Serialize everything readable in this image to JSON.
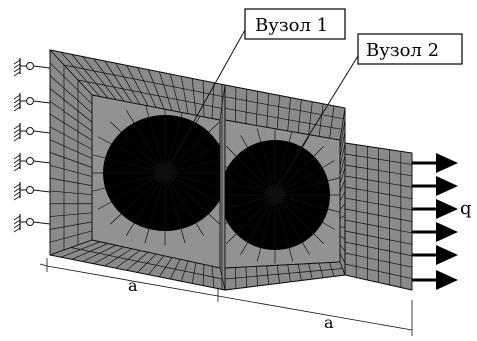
{
  "labels": {
    "node1": "Вузол 1",
    "node2": "Вузол 2",
    "load": "q",
    "dim_left": "a",
    "dim_right": "a"
  },
  "colors": {
    "plate_fill": "#8a8a8a",
    "plate_fill_light": "#9a9a9a",
    "line": "#111111",
    "background": "#ffffff"
  },
  "icons": [
    "fixed-support-icon",
    "load-arrow-icon"
  ]
}
